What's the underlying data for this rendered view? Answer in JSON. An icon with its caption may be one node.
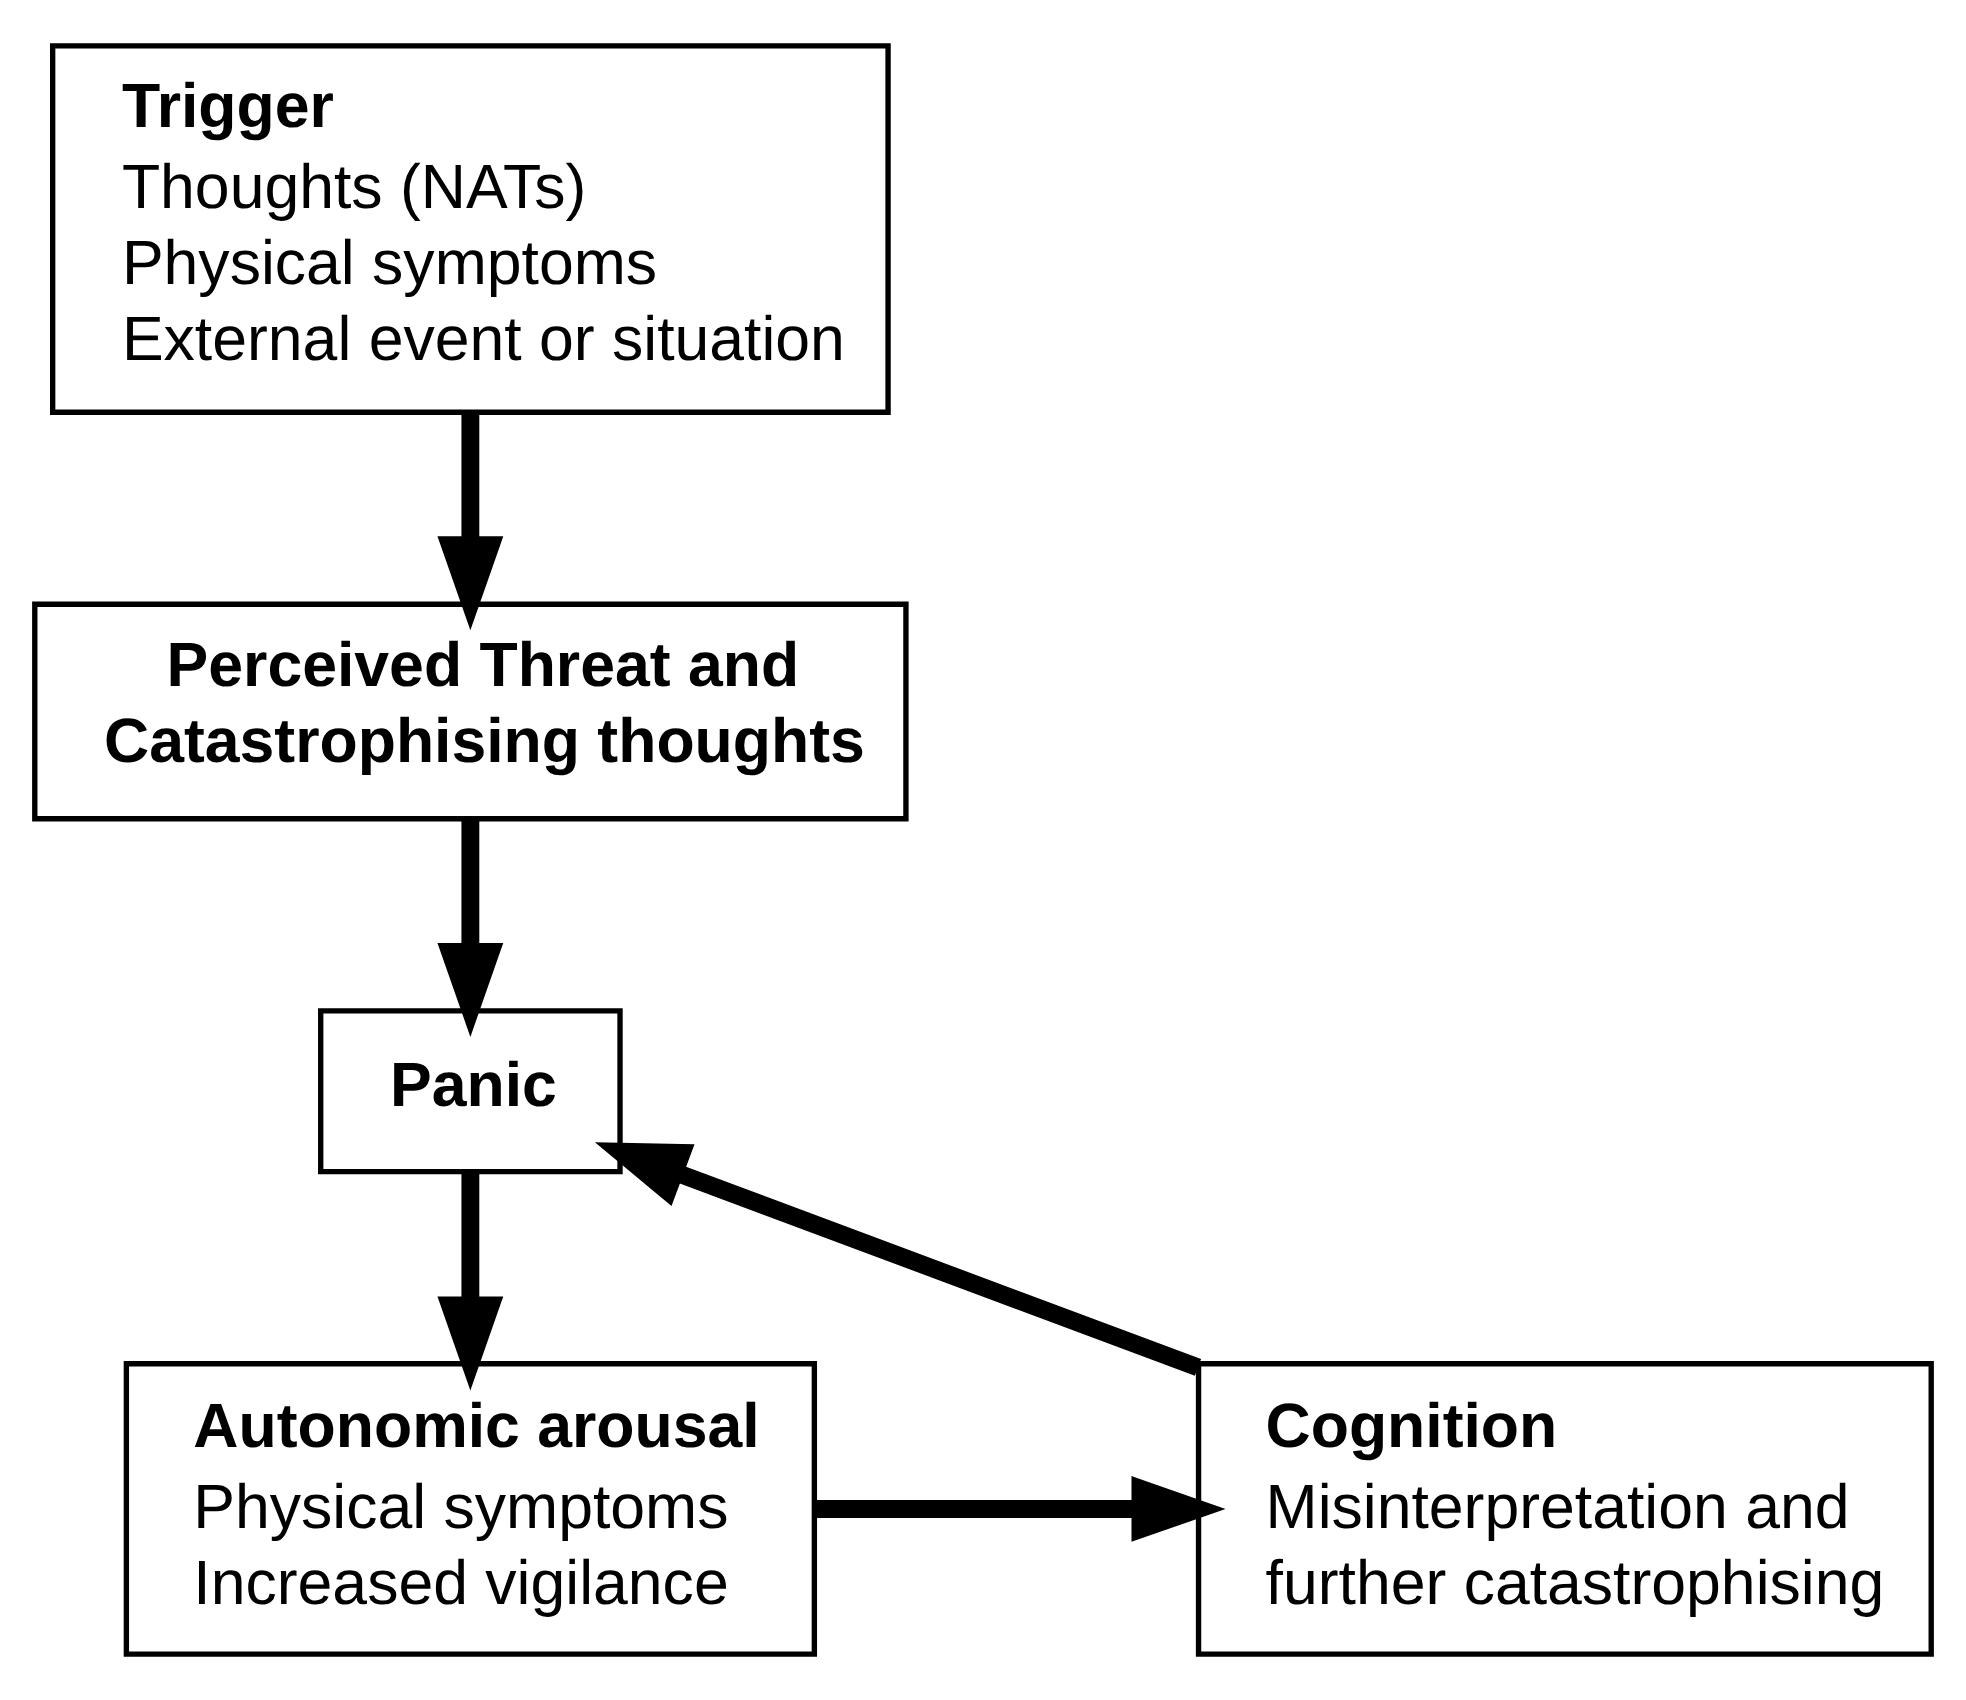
{
  "diagram": {
    "nodes": [
      {
        "text": [
          "Trigger",
          "Thoughts (NATs)",
          "Physical symptoms",
          "External event or situation"
        ]
      },
      {
        "text": [
          "Perceived Threat and Catastrophising thoughts"
        ]
      },
      {
        "text": [
          "Panic"
        ]
      },
      {
        "text": [
          "Cognition",
          "Misinterpretation and further catastrophising"
        ]
      },
      {
        "text": [
          "Autonomic arousal",
          "Physical symptoms",
          "Increased vigilance"
        ]
      }
    ],
    "edges": [
      {
        "from": 0,
        "to": 1,
        "arrow": "to"
      },
      {
        "from": 1,
        "to": 2,
        "arrow": "to"
      },
      {
        "from": 2,
        "to": 4,
        "arrow": "to"
      },
      {
        "from": 4,
        "to": 3,
        "arrow": "to"
      },
      {
        "from": 3,
        "to": 2,
        "arrow": "to"
      }
    ]
  }
}
